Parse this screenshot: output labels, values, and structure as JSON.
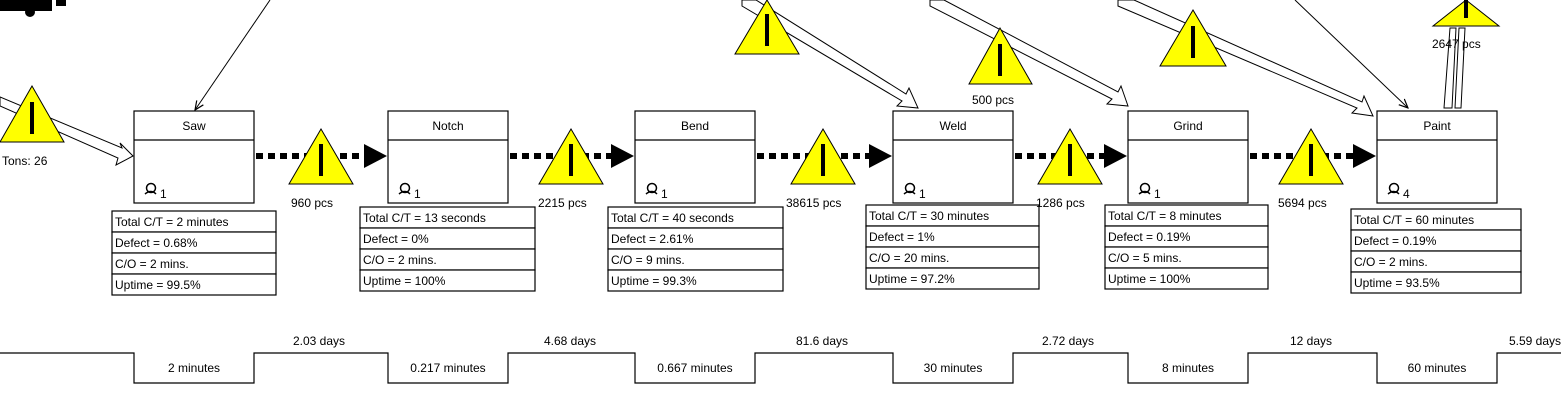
{
  "colors": {
    "inventory_fill": "#ffff00",
    "line": "#000000",
    "background": "#ffffff"
  },
  "start_inventory": {
    "label": "Tons: 26"
  },
  "top_inventory": {
    "label": "2647 pcs"
  },
  "processes": [
    {
      "name": "Saw",
      "operator_count": "1",
      "operator_icon": "operator-icon",
      "metrics": [
        "Total C/T = 2 minutes",
        "Defect = 0.68%",
        "C/O = 2 mins.",
        "Uptime = 99.5%"
      ],
      "timeline_value_added": "2 minutes"
    },
    {
      "name": "Notch",
      "operator_count": "1",
      "operator_icon": "operator-icon",
      "metrics": [
        "Total C/T = 13 seconds",
        "Defect = 0%",
        "C/O = 2 mins.",
        "Uptime = 100%"
      ],
      "timeline_value_added": "0.217 minutes"
    },
    {
      "name": "Bend",
      "operator_count": "1",
      "operator_icon": "operator-icon",
      "metrics": [
        "Total C/T = 40 seconds",
        "Defect = 2.61%",
        "C/O = 9 mins.",
        "Uptime = 99.3%"
      ],
      "timeline_value_added": "0.667 minutes"
    },
    {
      "name": "Weld",
      "operator_count": "1",
      "operator_icon": "operator-icon",
      "metrics": [
        "Total C/T = 30 minutes",
        "Defect = 1%",
        "C/O = 20 mins.",
        "Uptime = 97.2%"
      ],
      "timeline_value_added": "30 minutes"
    },
    {
      "name": "Grind",
      "operator_count": "1",
      "operator_icon": "operator-icon",
      "metrics": [
        "Total C/T = 8 minutes",
        "Defect = 0.19%",
        "C/O = 5 mins.",
        "Uptime = 100%"
      ],
      "timeline_value_added": "8 minutes"
    },
    {
      "name": "Paint",
      "operator_count": "4",
      "operator_icon": "operator-icon",
      "metrics": [
        "Total C/T = 60 minutes",
        "Defect = 0.19%",
        "C/O = 2 mins.",
        "Uptime = 93.5%"
      ],
      "timeline_value_added": "60 minutes"
    }
  ],
  "inventories": [
    {
      "label": "960 pcs"
    },
    {
      "label": "2215 pcs"
    },
    {
      "label": "38615 pcs"
    },
    {
      "label": "1286 pcs"
    },
    {
      "label": "5694 pcs"
    }
  ],
  "upper_inventories": [
    {
      "label": ""
    },
    {
      "label": "500 pcs"
    },
    {
      "label": ""
    }
  ],
  "timeline_waits": [
    "2.03 days",
    "4.68 days",
    "81.6 days",
    "2.72 days",
    "12 days",
    "5.59 days"
  ]
}
